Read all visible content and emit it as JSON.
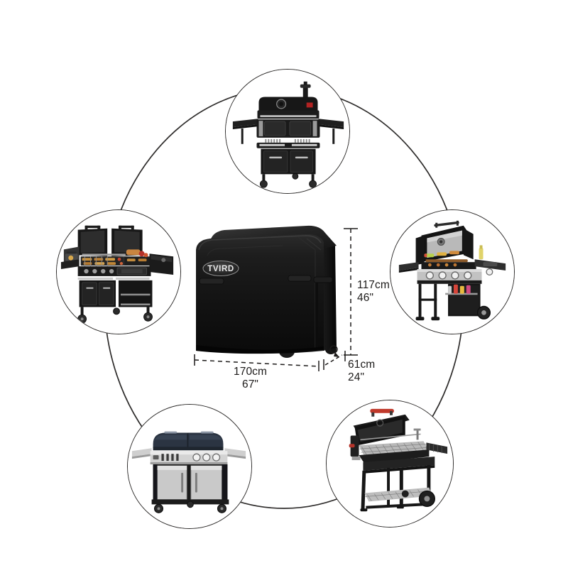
{
  "page": {
    "title": "Grill Cover Size & Compatibility Infographic",
    "background_color": "#ffffff",
    "line_color": "#2e2c2b",
    "text_color": "#1d1b1a"
  },
  "product": {
    "name": "BBQ Grill Cover",
    "brand_logo_text": "TVIRD",
    "color": "#111111",
    "description": "Black waterproof barbecue grill cover with side straps shown over a grill"
  },
  "dimensions": {
    "height": {
      "metric": "117cm",
      "imperial": "46\"",
      "label_name": "height-dimension"
    },
    "width": {
      "metric": "170cm",
      "imperial": "67\"",
      "label_name": "width-dimension"
    },
    "depth": {
      "metric": "61cm",
      "imperial": "24\"",
      "label_name": "depth-dimension"
    }
  },
  "compatible_grills": [
    {
      "position": "top",
      "name": "black-charcoal-grill-with-chimney",
      "description": "Black charcoal grill with chimney, dual side shelves and lower cabinet doors"
    },
    {
      "position": "left",
      "name": "large-combo-grill-open-lids",
      "description": "Large black combo grill with two open lids, food on grates, side burner and cart wheels"
    },
    {
      "position": "right",
      "name": "gas-grill-open-lid-four-burner",
      "description": "Black gas grill with open lid, four control knobs, side burner and bottom condiment rack"
    },
    {
      "position": "bottom-left",
      "name": "stainless-steel-gas-grill-closed-lid",
      "description": "Stainless steel gas grill with dual closed lids, side shelves and cabinet doors"
    },
    {
      "position": "bottom-right",
      "name": "charcoal-barbecue-cart-red-handle",
      "description": "Open charcoal barbecue cart with red lid handle, side shelf and lower wire shelf"
    }
  ]
}
